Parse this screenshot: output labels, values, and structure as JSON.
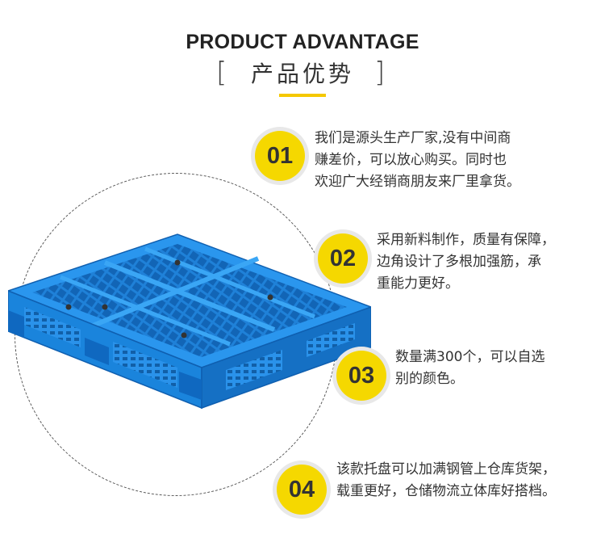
{
  "header": {
    "title_en": "PRODUCT ADVANTAGE",
    "title_cn": "产品优势",
    "bracket_left": "[",
    "bracket_right": "]"
  },
  "colors": {
    "accent": "#f5d800",
    "pallet_blue": "#1a8be6",
    "text": "#333333"
  },
  "features": [
    {
      "number": "01",
      "lines": [
        "我们是源头生产厂家,没有中间商",
        "赚差价，可以放心购买。同时也",
        "欢迎广大经销商朋友来厂里拿货。"
      ]
    },
    {
      "number": "02",
      "lines": [
        "采用新料制作，质量有保障，",
        "边角设计了多根加强筋，承",
        "重能力更好。"
      ]
    },
    {
      "number": "03",
      "lines": [
        "数量满300个，可以自选",
        "别的颜色。"
      ]
    },
    {
      "number": "04",
      "lines": [
        "该款托盘可以加满钢管上仓库货架，",
        "载重更好，仓储物流立体库好搭档。"
      ]
    }
  ]
}
